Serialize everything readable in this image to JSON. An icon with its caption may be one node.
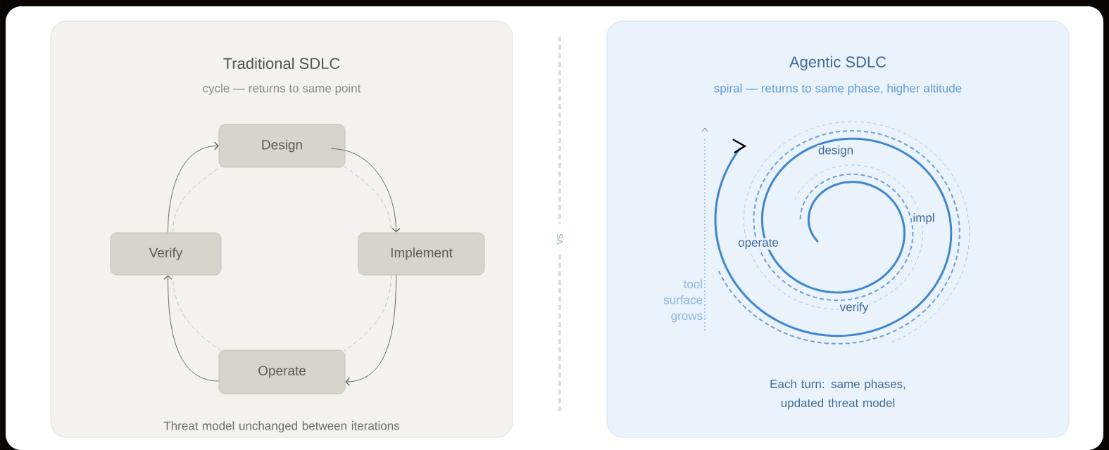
{
  "diagram": {
    "nodes": [
      {
        "text": [
          "Traditional SDLC",
          "cycle — returns to same point",
          "Threat model unchanged between iterations"
        ]
      },
      {
        "text": [
          "Design"
        ],
        "in": 0
      },
      {
        "text": [
          "Implement"
        ],
        "in": 0
      },
      {
        "text": [
          "Operate"
        ],
        "in": 0
      },
      {
        "text": [
          "Verify"
        ],
        "in": 0
      },
      {
        "text": [
          "Agentic SDLC",
          "spiral — returns to same phase, higher altitude",
          "Each turn: same phases, updated threat model"
        ]
      }
    ],
    "edges": [
      {
        "from": 4,
        "to": 1,
        "arrow": "to"
      },
      {
        "from": 1,
        "to": 2,
        "arrow": "to"
      },
      {
        "from": 2,
        "to": 3,
        "arrow": "to"
      },
      {
        "from": 3,
        "to": 4,
        "arrow": "to"
      },
      {
        "from": 4,
        "to": 1,
        "arrow": "none",
        "style": "dashed",
        "color": "#c2c0ba"
      },
      {
        "from": 1,
        "to": 2,
        "arrow": "none",
        "style": "dashed",
        "color": "#c2c0ba"
      },
      {
        "from": 2,
        "to": 3,
        "arrow": "none",
        "style": "dashed",
        "color": "#c2c0ba"
      },
      {
        "from": 3,
        "to": 4,
        "arrow": "none",
        "style": "dashed",
        "color": "#c2c0ba"
      }
    ],
    "labels": [
      "vs",
      "design",
      "impl",
      "operate",
      "tool surface grows",
      "verify"
    ]
  }
}
